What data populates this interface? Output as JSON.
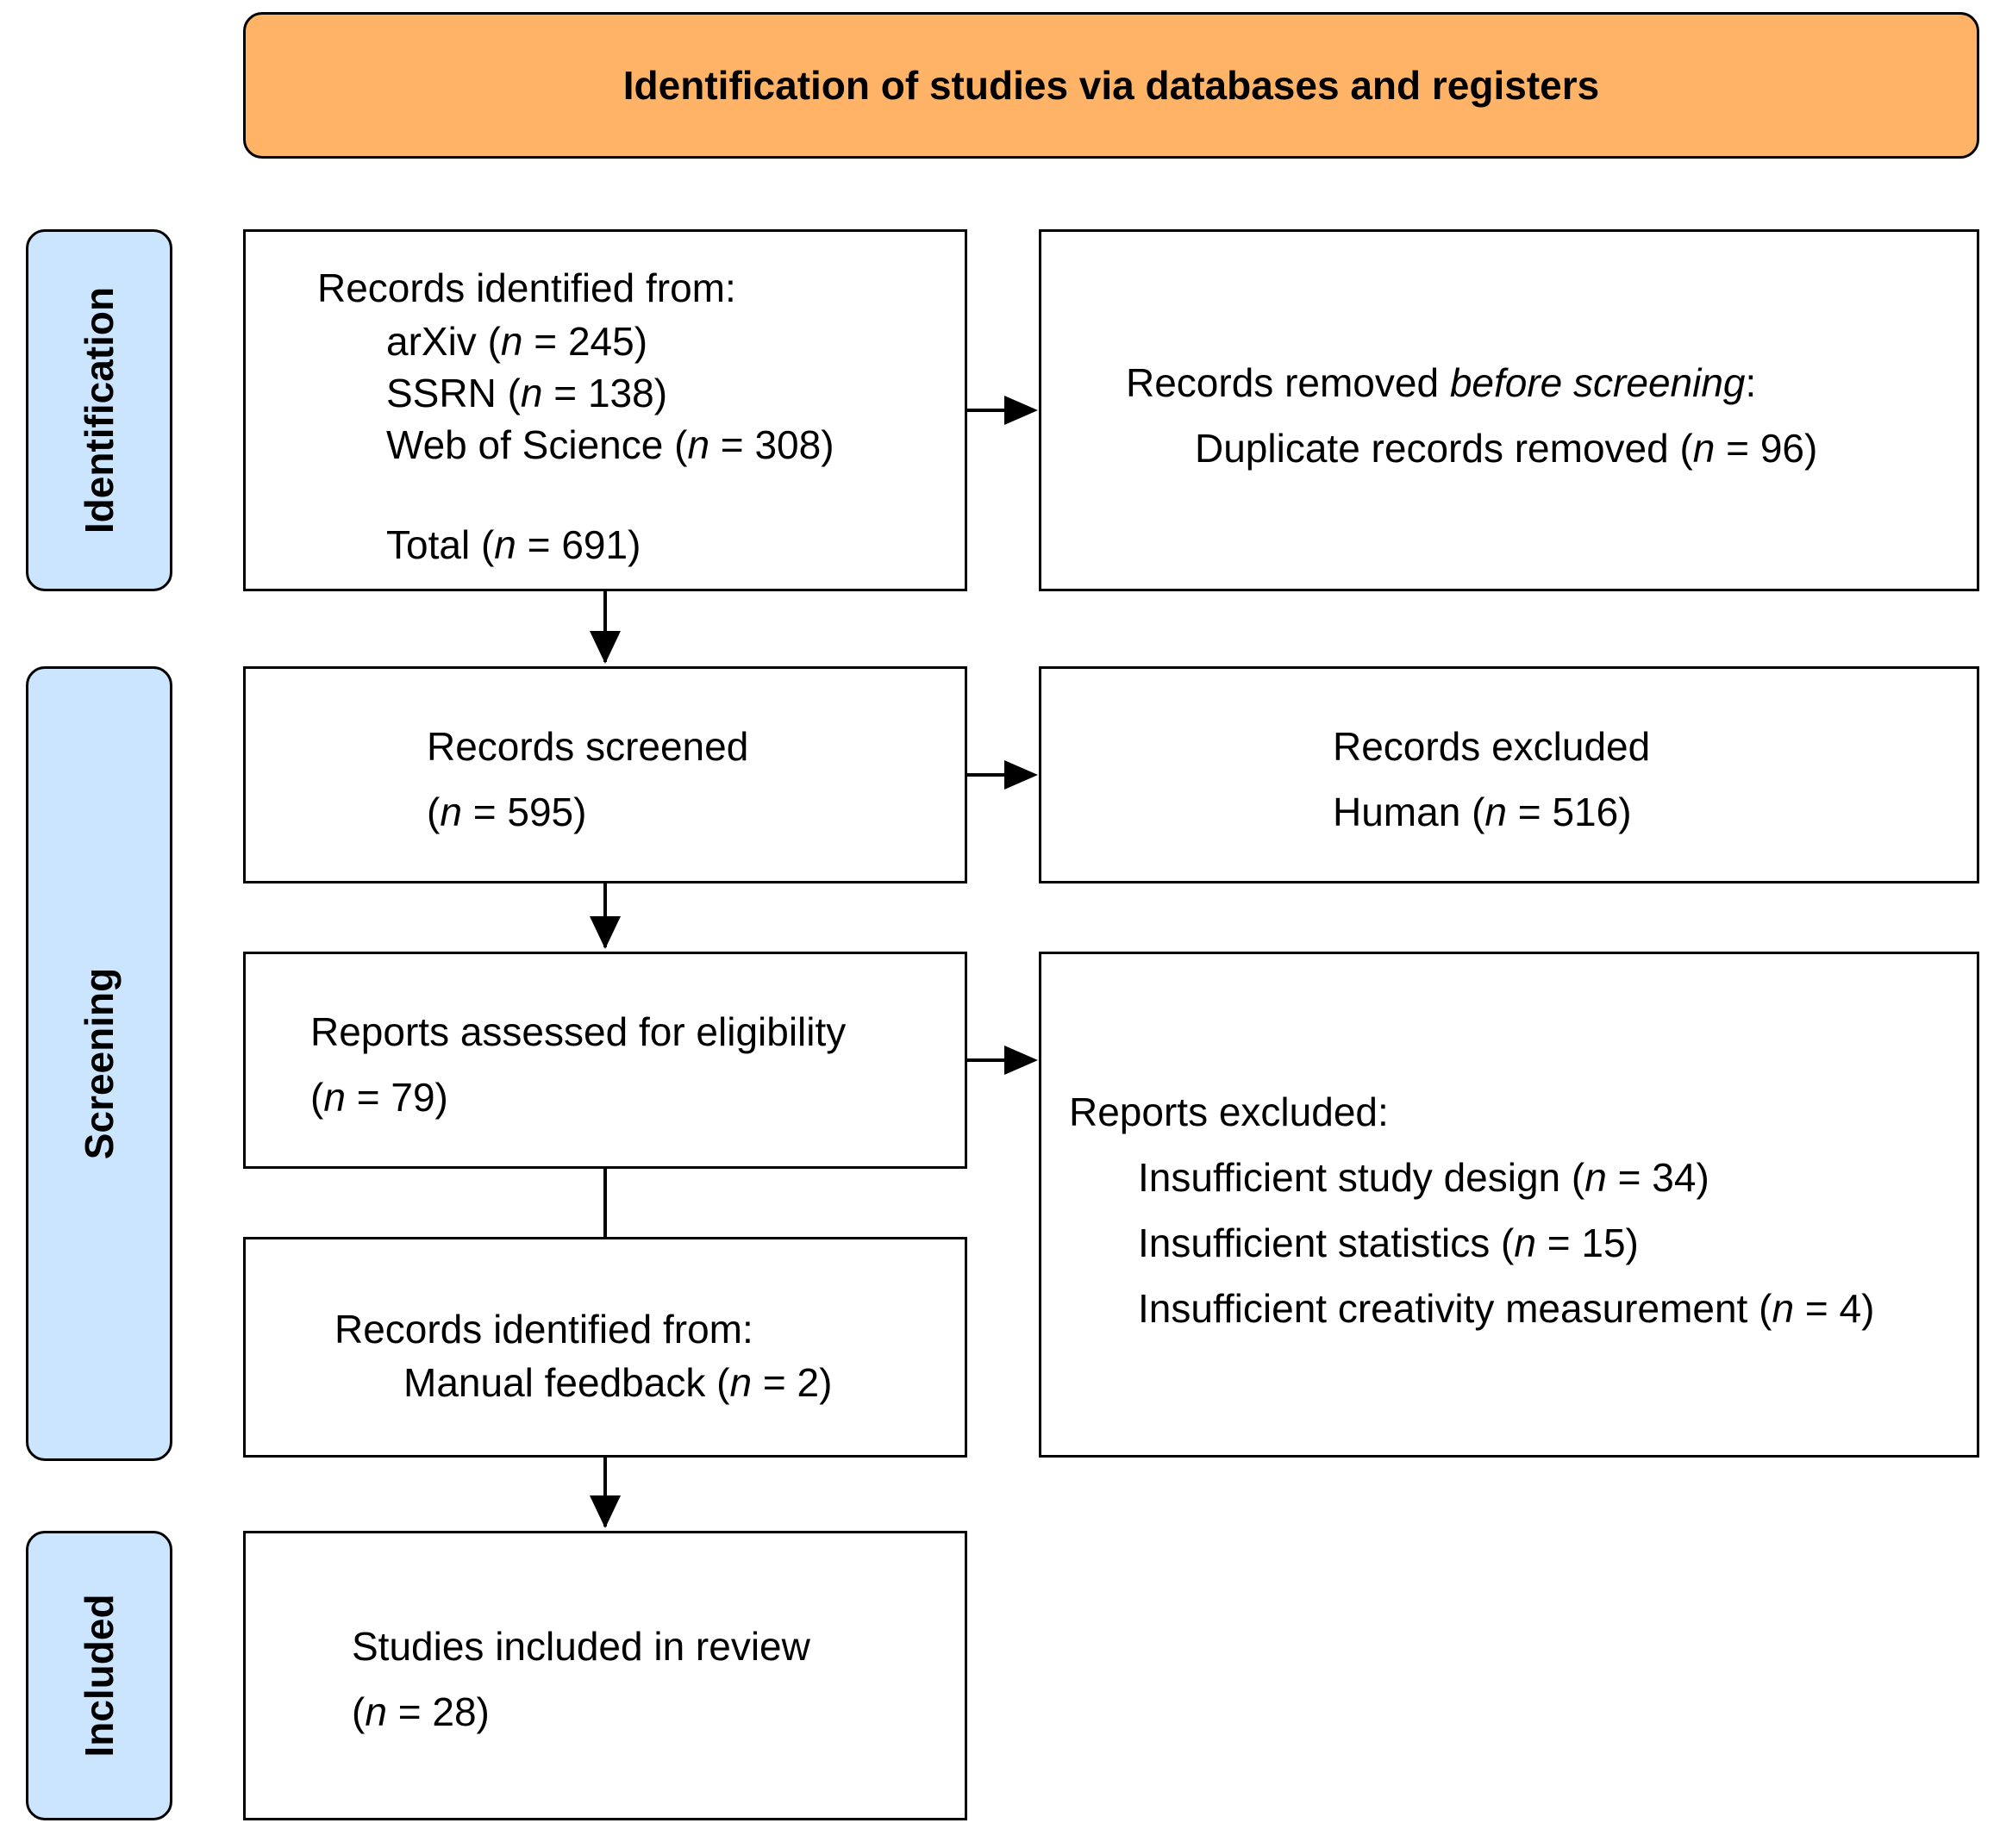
{
  "header": {
    "title": "Identification of studies via databases and registers"
  },
  "phases": {
    "identification": "Identification",
    "screening": "Screening",
    "included": "Included"
  },
  "identified": {
    "title": "Records identified from:",
    "sources": [
      {
        "name": "arXiv",
        "n": "245"
      },
      {
        "name": "SSRN",
        "n": "138"
      },
      {
        "name": "Web of Science",
        "n": "308"
      }
    ],
    "total_label": "Total",
    "total_n": "691"
  },
  "removed": {
    "title_prefix": "Records removed ",
    "title_italic": "before screening",
    "title_suffix": ":",
    "item_label": "Duplicate records removed ",
    "item_n": "96"
  },
  "screened": {
    "title": "Records screened",
    "n": "595"
  },
  "excluded": {
    "title": "Records excluded",
    "item_label": "Human",
    "item_n": "516"
  },
  "assessed": {
    "title": "Reports assessed for eligibility",
    "n": "79"
  },
  "reports_excluded": {
    "title": "Reports excluded:",
    "items": [
      {
        "label": "Insufficient study design",
        "n": "34"
      },
      {
        "label": "Insufficient statistics",
        "n": "15"
      },
      {
        "label": "Insufficient creativity measurement",
        "n": "4"
      }
    ]
  },
  "manual": {
    "title": "Records identified from:",
    "item_label": "Manual feedback",
    "item_n": "2"
  },
  "included": {
    "title": "Studies included in review",
    "n": "28"
  },
  "common": {
    "n_symbol": "n",
    "equals": " = "
  }
}
